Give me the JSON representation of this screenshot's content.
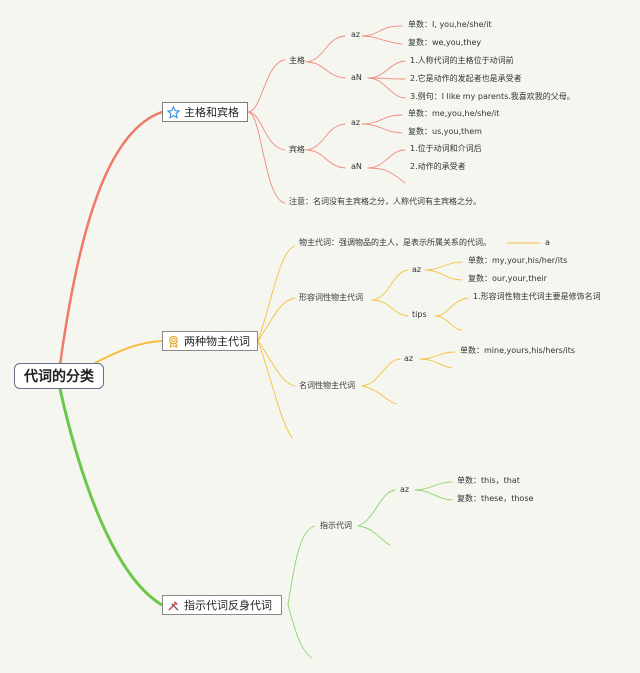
{
  "root": "代词的分类",
  "branches": {
    "case": {
      "label": "主格和宾格",
      "nominative": {
        "label": "主格",
        "az": "az",
        "az_items": [
          "单数：I, you,he/she/it",
          "复数：we,you,they"
        ],
        "an": "aN",
        "an_items": [
          "1.人称代词的主格位于动词前",
          "2.它是动作的发起者也是承受者",
          "3.例句：I like my parents.我喜欢我的父母。"
        ]
      },
      "objective": {
        "label": "宾格",
        "az": "az",
        "az_items": [
          "单数：me,you,he/she/it",
          "复数：us,you,them"
        ],
        "an": "aN",
        "an_items": [
          "1.位于动词和介词后",
          "2.动作的承受者"
        ]
      },
      "note": "注意：名词没有主宾格之分，人称代词有主宾格之分。"
    },
    "possessive": {
      "label": "两种物主代词",
      "definition": "物主代词：强调物品的主人，是表示所属关系的代词。",
      "definition_tail": "a",
      "adjective": {
        "label": "形容词性物主代词",
        "az": "az",
        "az_items": [
          "单数：my,your,his/her/its",
          "复数：our,your,their"
        ],
        "tips": "tips",
        "tips_items": [
          "1.形容词性物主代词主要是修饰名词"
        ]
      },
      "noun": {
        "label": "名词性物主代词",
        "az": "az",
        "az_items": [
          "单数：mine,yours,his/hers/its"
        ]
      }
    },
    "demonstrative": {
      "label": "指示代词反身代词",
      "demo": {
        "label": "指示代词",
        "az": "az",
        "az_items": [
          "单数：this，that",
          "复数：these，those"
        ]
      }
    }
  },
  "colors": {
    "case": "#f07a6a",
    "possessive": "#f5c040",
    "demonstrative": "#6cc84c"
  },
  "icons": {
    "case": "star-icon",
    "possessive": "badge-icon",
    "demonstrative": "tools-icon"
  }
}
